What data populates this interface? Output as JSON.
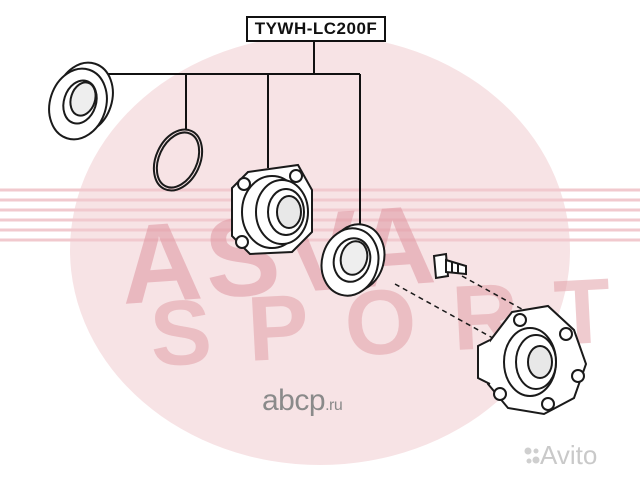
{
  "part_number": "TYWH-LC200F",
  "watermark": {
    "brand": "ASVA",
    "sub": "SPORT",
    "site_name": "abcp",
    "site_tld": ".ru",
    "marketplace": "Avito"
  },
  "colors": {
    "watermark_red": "#e2a0a8",
    "line": "#111111",
    "part_stroke": "#1a1a1a"
  },
  "parts": [
    "oil-seal",
    "o-ring",
    "wheel-bearing-unit",
    "dust-seal",
    "hub-bolt",
    "wheel-hub"
  ]
}
